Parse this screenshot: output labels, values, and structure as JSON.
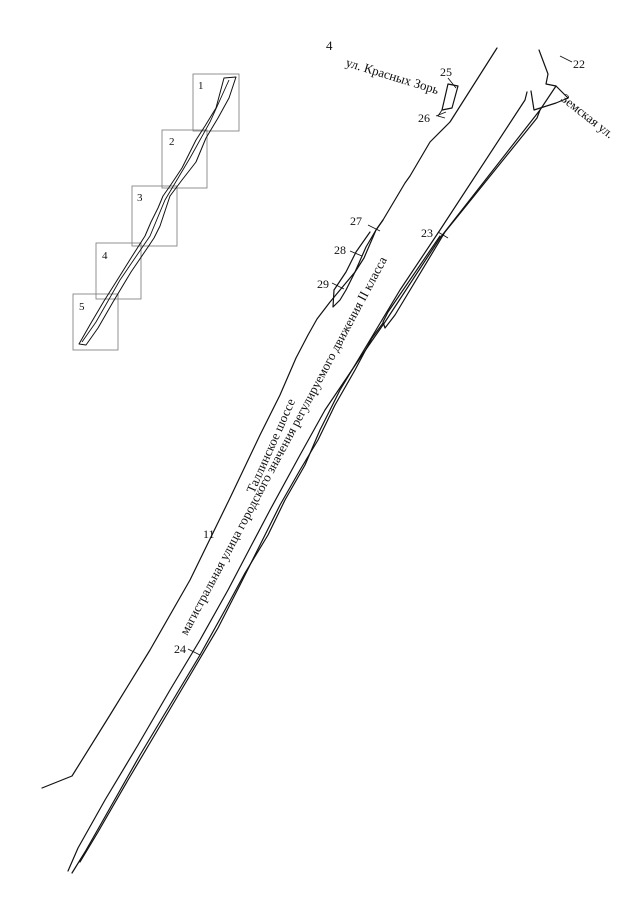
{
  "map": {
    "sheet_number": "4",
    "index_panel": {
      "frames": [
        {
          "number": "1"
        },
        {
          "number": "2"
        },
        {
          "number": "3"
        },
        {
          "number": "4"
        },
        {
          "number": "5"
        }
      ]
    },
    "streets": {
      "krasnykh_zor": "ул. Красных Зорь",
      "zemskaya": "Земская ул.",
      "tallinskoe": "Таллинское шоссе",
      "tallinskoe_class": "магистральная улица городского значения регулируемого движения II класса"
    },
    "callouts": {
      "c11": "11",
      "c22": "22",
      "c23": "23",
      "c24": "24",
      "c25": "25",
      "c26": "26",
      "c27": "27",
      "c28": "28",
      "c29": "29"
    }
  }
}
